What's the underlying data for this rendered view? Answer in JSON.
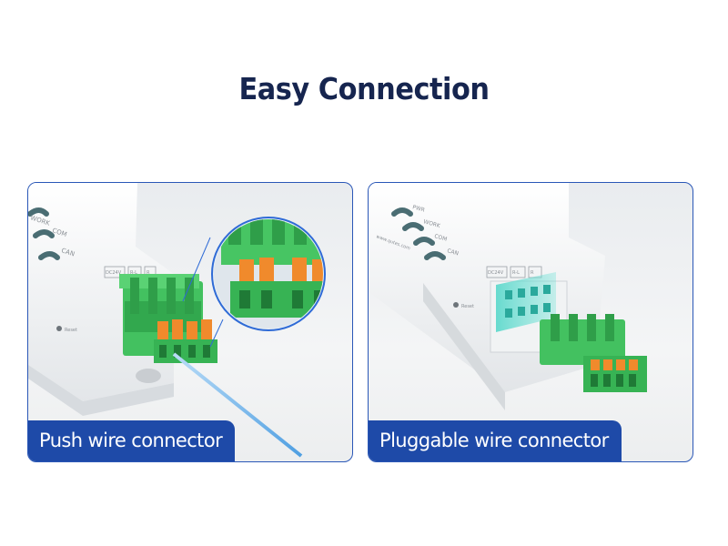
{
  "page": {
    "title": "Easy Connection"
  },
  "left_panel": {
    "caption": "Push wire connector",
    "led_labels": [
      "WORK",
      "COM",
      "CAN"
    ],
    "port_labels": [
      "DC24V",
      "R-L",
      "R"
    ],
    "reset_label": "Reset"
  },
  "right_panel": {
    "caption": "Pluggable wire connector",
    "led_labels": [
      "PWR",
      "WORK",
      "COM",
      "CAN"
    ],
    "port_labels": [
      "DC24V",
      "R-L",
      "R"
    ],
    "reset_label": "Reset",
    "brand_text": "www.qutes.com"
  },
  "colors": {
    "title": "#16254f",
    "caption_bg": "#1e4aa8",
    "panel_border": "#2a57b7",
    "connector_green": "#3fbf5c",
    "push_tab_orange": "#f08a2c",
    "glow_cyan": "#4fd6c8",
    "wire_blue": "#6fb4ec"
  }
}
